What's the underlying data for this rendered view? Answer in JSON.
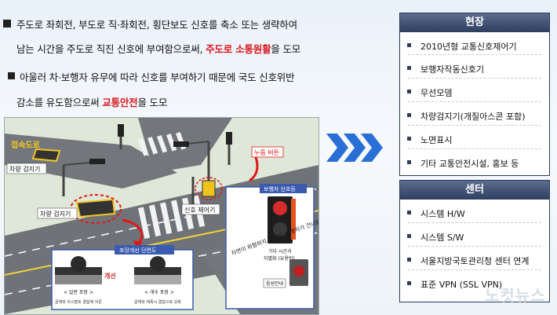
{
  "bullets": {
    "b1_line1": "주도로 좌회전, 부도로 직·좌회전, 횡단보도 신호를 축소 또는 생략하여",
    "b1_line2_pre": "남는 시간을 주도로 직진 신호에 부여함으로써, ",
    "b1_line2_red": "주도로 소통원활",
    "b1_line2_post": "을 도모",
    "b2_line1": "아울러 차·보행자 유무에 따라 신호를 부여하기 때문에 국도 신호위반",
    "b2_line2_pre": "감소를 유도함으로써 ",
    "b2_line2_red": "교통안전",
    "b2_line2_post": "을 도모"
  },
  "diagram": {
    "minor_road": "접속도로",
    "vehicle_detector_1": "차량 검지기",
    "vehicle_detector_2": "차량 검지기",
    "signal_controller": "신호 제어기",
    "push_button": "누름 버튼",
    "ped_signal_title": "보행자 신호등",
    "waiting_time": "기다 시간과",
    "waiting_time_2": "차별화 (유용빈)",
    "audio_guide": "음성안내",
    "pavement_title": "포장개선 단면도",
    "improve": "개선",
    "before_label": "< 일반 포장 >",
    "after_label": "< 개수 포장 >",
    "before_desc": "골재와 아스팔트 결합에 의존",
    "after_desc": "골재와 에폭시 결합으로 강화",
    "crossing_text": "자연이 위험하지 않으면, 보행자가 건너갈 차례입니다"
  },
  "panel_site": {
    "title": "현장",
    "items": [
      "2010년형 교통신호제어기",
      "보행자작동신호기",
      "무선모뎀",
      "차량검지기(개질아스콘 포함)",
      "노면표시",
      "기타 교통안전시설, 홍보 등"
    ]
  },
  "panel_center": {
    "title": "센터",
    "items": [
      "시스템 H/W",
      "시스템 S/W",
      "서울지방국토관리청 센터 연계",
      "표준 VPN (SSL VPN)"
    ]
  },
  "watermark": "노컷뉴스",
  "colors": {
    "accent_red": "#d8161b",
    "panel_navy": "#2e3e60",
    "chevron_blue": "#2a6fd6"
  }
}
